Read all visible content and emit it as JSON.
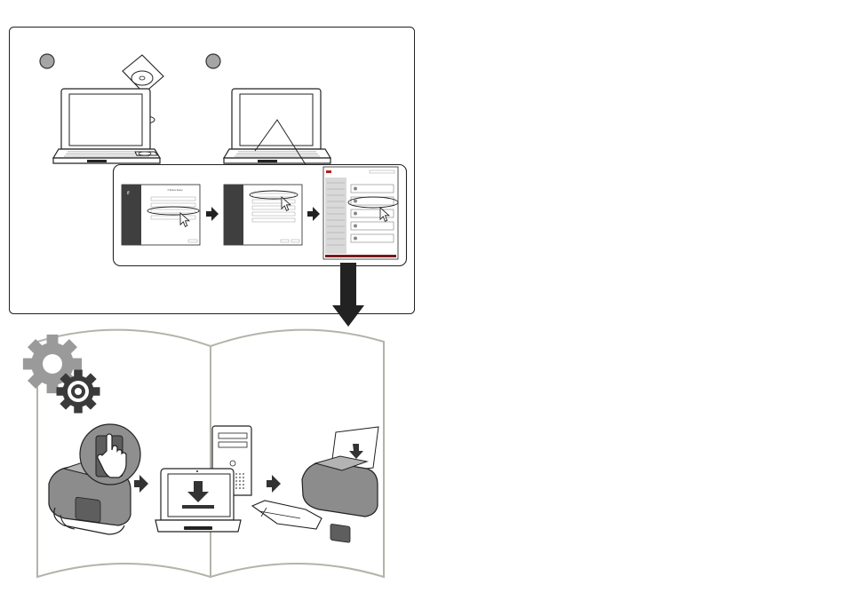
{
  "setup_panel": {
    "steps": [
      {
        "marker": ""
      },
      {
        "marker": ""
      }
    ],
    "screens": {
      "installer": {
        "title": "fi Series Setup",
        "buttons": [
          "",
          "",
          "",
          ""
        ]
      },
      "manual": {
        "items": [
          "",
          "",
          "",
          "",
          ""
        ]
      }
    }
  },
  "manual_book": {
    "flow": [
      "operator-panel",
      "download-to-computer",
      "scan-document"
    ]
  },
  "colors": {
    "outline": "#222222",
    "gear_light": "#9a9a9a",
    "gear_dark": "#3a3a3a",
    "scanner_body": "#8c8c8c",
    "book_line": "#b5b3a9",
    "arrow": "#333333",
    "accent_red": "#b71c1c"
  }
}
